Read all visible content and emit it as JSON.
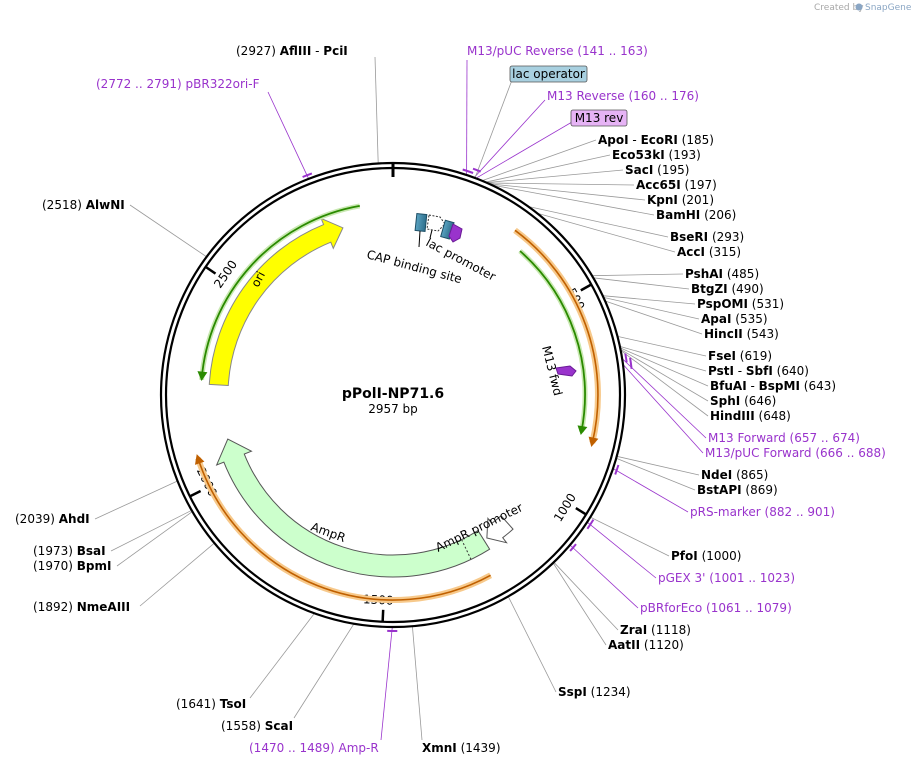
{
  "brand": {
    "prefix": "Created by",
    "name": "SnapGene"
  },
  "plasmid": {
    "name": "pPolI-NP71.6",
    "size_label": "2957 bp",
    "length": 2957
  },
  "tick_labels": [
    {
      "bp": 500,
      "text": "500"
    },
    {
      "bp": 1000,
      "text": "1000"
    },
    {
      "bp": 1500,
      "text": "1500"
    },
    {
      "bp": 2000,
      "text": "2000"
    },
    {
      "bp": 2500,
      "text": "2500"
    }
  ],
  "site_labels": [
    {
      "id": "afliii",
      "pos": "(2927)",
      "name": "AflIII",
      "sep": "-",
      "name2": "PciI"
    },
    {
      "id": "pbr322",
      "pos": "(2772 .. 2791)",
      "name": "pBR322ori-F",
      "primer": true
    },
    {
      "id": "m13puc-rev",
      "pos": "(141 .. 163)",
      "name": "M13/pUC Reverse",
      "primer": true
    },
    {
      "id": "m13-rev",
      "pos": "(160 .. 176)",
      "name": "M13 Reverse",
      "primer": true
    },
    {
      "id": "apoi",
      "pos": "(185)",
      "name": "ApoI",
      "sep": "-",
      "name2": "EcoRI"
    },
    {
      "id": "eco53ki",
      "pos": "(193)",
      "name": "Eco53kI"
    },
    {
      "id": "saci",
      "pos": "(195)",
      "name": "SacI"
    },
    {
      "id": "acc65i",
      "pos": "(197)",
      "name": "Acc65I"
    },
    {
      "id": "kpni",
      "pos": "(201)",
      "name": "KpnI"
    },
    {
      "id": "bamhi",
      "pos": "(206)",
      "name": "BamHI"
    },
    {
      "id": "bseri",
      "pos": "(293)",
      "name": "BseRI"
    },
    {
      "id": "acci",
      "pos": "(315)",
      "name": "AccI"
    },
    {
      "id": "pshai",
      "pos": "(485)",
      "name": "PshAI"
    },
    {
      "id": "btgzi",
      "pos": "(490)",
      "name": "BtgZI"
    },
    {
      "id": "pspomi",
      "pos": "(531)",
      "name": "PspOMI"
    },
    {
      "id": "apai",
      "pos": "(535)",
      "name": "ApaI"
    },
    {
      "id": "hincii",
      "pos": "(543)",
      "name": "HincII"
    },
    {
      "id": "fsei",
      "pos": "(619)",
      "name": "FseI"
    },
    {
      "id": "psti",
      "pos": "(640)",
      "name": "PstI",
      "sep": "-",
      "name2": "SbfI"
    },
    {
      "id": "bfuai",
      "pos": "(643)",
      "name": "BfuAI",
      "sep": "-",
      "name2": "BspMI"
    },
    {
      "id": "sphi",
      "pos": "(646)",
      "name": "SphI"
    },
    {
      "id": "hindiii",
      "pos": "(648)",
      "name": "HindIII"
    },
    {
      "id": "m13-fwd",
      "pos": "(657 .. 674)",
      "name": "M13 Forward",
      "primer": true
    },
    {
      "id": "m13puc-fwd",
      "pos": "(666 .. 688)",
      "name": "M13/pUC Forward",
      "primer": true
    },
    {
      "id": "ndei",
      "pos": "(865)",
      "name": "NdeI"
    },
    {
      "id": "bstapi",
      "pos": "(869)",
      "name": "BstAPI"
    },
    {
      "id": "prs",
      "pos": "(882 .. 901)",
      "name": "pRS-marker",
      "primer": true
    },
    {
      "id": "pfoi",
      "pos": "(1000)",
      "name": "PfoI"
    },
    {
      "id": "pgex",
      "pos": "(1001 .. 1023)",
      "name": "pGEX 3'",
      "primer": true
    },
    {
      "id": "pbrforeco",
      "pos": "(1061 .. 1079)",
      "name": "pBRforEco",
      "primer": true
    },
    {
      "id": "zrai",
      "pos": "(1118)",
      "name": "ZraI"
    },
    {
      "id": "aatii",
      "pos": "(1120)",
      "name": "AatII"
    },
    {
      "id": "sspi",
      "pos": "(1234)",
      "name": "SspI"
    },
    {
      "id": "xmni",
      "pos": "(1439)",
      "name": "XmnI"
    },
    {
      "id": "ampr-primer",
      "pos": "(1470 .. 1489)",
      "name": "Amp-R",
      "primer": true
    },
    {
      "id": "scai",
      "pos": "(1558)",
      "name": "ScaI"
    },
    {
      "id": "tsoi",
      "pos": "(1641)",
      "name": "TsoI"
    },
    {
      "id": "nmeaiii",
      "pos": "(1892)",
      "name": "NmeAIII"
    },
    {
      "id": "bpmi",
      "pos": "(1970)",
      "name": "BpmI"
    },
    {
      "id": "bsai",
      "pos": "(1973)",
      "name": "BsaI"
    },
    {
      "id": "ahdi",
      "pos": "(2039)",
      "name": "AhdI"
    },
    {
      "id": "alwni",
      "pos": "(2518)",
      "name": "AlwNI"
    }
  ],
  "boxed_labels": [
    {
      "id": "lac-operator",
      "text": "lac operator",
      "fill": "#a8d0e0"
    },
    {
      "id": "m13-rev-box",
      "text": "M13 rev",
      "fill": "#e6b3f5"
    }
  ],
  "features": {
    "ori": "ori",
    "cap": "CAP binding site",
    "lac_promoter": "lac promoter",
    "m13_fwd": "M13 fwd",
    "ampr": "AmpR",
    "ampr_promoter": "AmpR promoter"
  },
  "colors": {
    "backbone": "#000000",
    "ori": "#ffff00",
    "ampr": "#ccffcc",
    "orf": "#f7c98b",
    "orf_stroke": "#c06000",
    "green_line": "#2a8a00",
    "primer": "#9933cc",
    "cap": "#2e7a9a",
    "leader": "#999999"
  }
}
